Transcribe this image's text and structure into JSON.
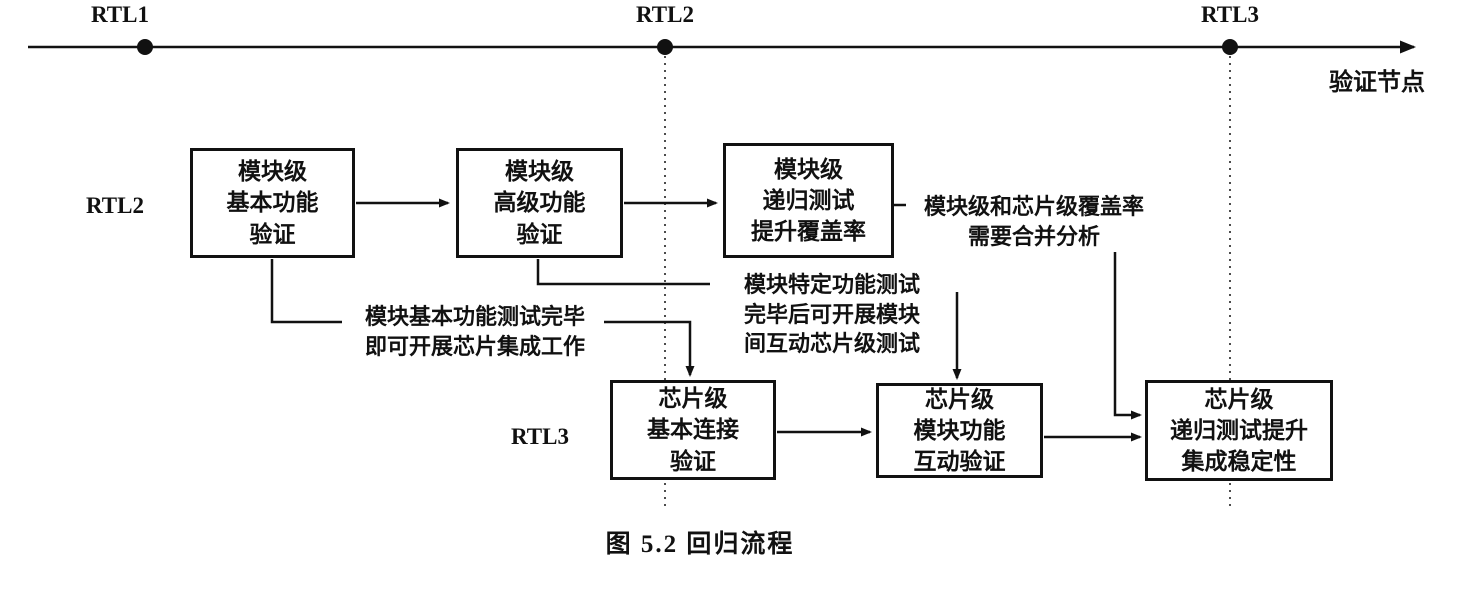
{
  "colors": {
    "ink": "#111111",
    "background": "#ffffff"
  },
  "timeline": {
    "rtl1": "RTL1",
    "rtl2": "RTL2",
    "rtl3": "RTL3",
    "axis_label": "验证节点"
  },
  "rows": {
    "module_label": "RTL2",
    "chip_label": "RTL3"
  },
  "boxes": {
    "module_basic": "模块级\n基本功能\n验证",
    "module_advanced": "模块级\n高级功能\n验证",
    "module_regression": "模块级\n递归测试\n提升覆盖率",
    "chip_connect": "芯片级\n基本连接\n验证",
    "chip_interact": "芯片级\n模块功能\n互动验证",
    "chip_regression": "芯片级\n递归测试提升\n集成稳定性"
  },
  "notes": {
    "coverage_merge": "模块级和芯片级覆盖率\n需要合并分析",
    "basic_done": "模块基本功能测试完毕\n即可开展芯片集成工作",
    "specific_done": "模块特定功能测试\n完毕后可开展模块\n间互动芯片级测试"
  },
  "caption": "图 5.2  回归流程"
}
